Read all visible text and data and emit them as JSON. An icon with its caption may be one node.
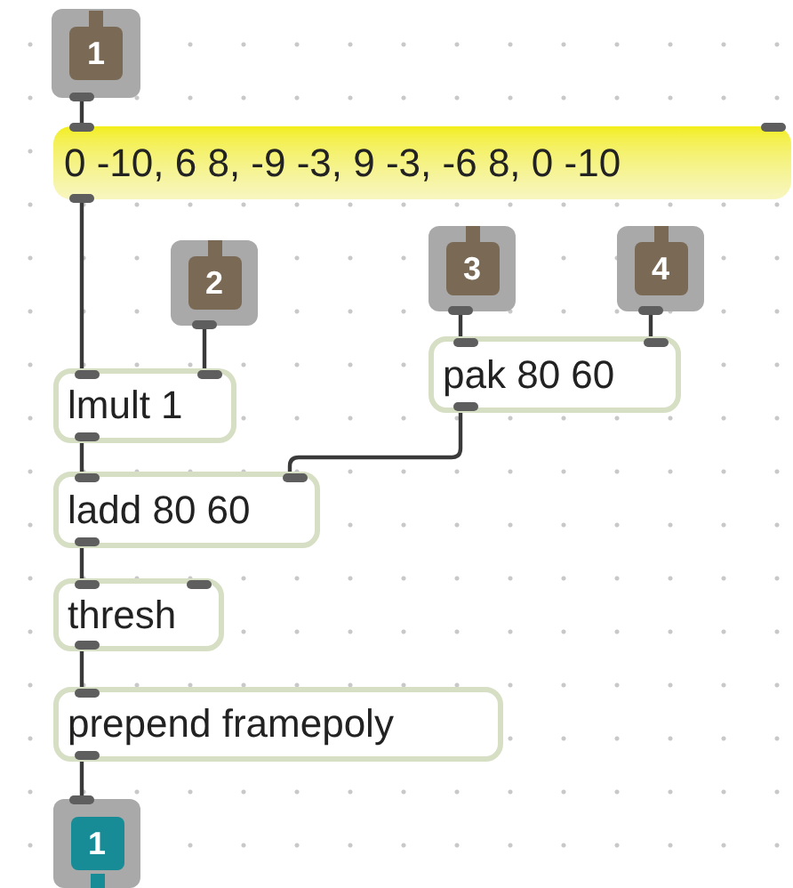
{
  "diagram": {
    "nodes": [
      {
        "text": [
          "1"
        ]
      },
      {
        "text": [
          "0 -10, 6 8, -9 -3, 9 -3, -6 8, 0 -10"
        ]
      },
      {
        "text": [
          "2"
        ]
      },
      {
        "text": [
          "3"
        ]
      },
      {
        "text": [
          "4"
        ]
      },
      {
        "text": [
          "pak 80 60"
        ]
      },
      {
        "text": [
          "lmult 1"
        ]
      },
      {
        "text": [
          "ladd 80 60"
        ]
      },
      {
        "text": [
          "thresh"
        ]
      },
      {
        "text": [
          "prepend framepoly"
        ]
      },
      {
        "text": [
          "1"
        ]
      }
    ],
    "edges": [
      {
        "from": 0,
        "to": 1,
        "arrow": "none"
      },
      {
        "from": 1,
        "to": 6,
        "arrow": "none"
      },
      {
        "from": 2,
        "to": 6,
        "arrow": "none"
      },
      {
        "from": 3,
        "to": 5,
        "arrow": "none"
      },
      {
        "from": 4,
        "to": 5,
        "arrow": "none"
      },
      {
        "from": 5,
        "to": 7,
        "arrow": "none"
      },
      {
        "from": 6,
        "to": 7,
        "arrow": "none"
      },
      {
        "from": 7,
        "to": 8,
        "arrow": "none"
      },
      {
        "from": 8,
        "to": 9,
        "arrow": "none"
      },
      {
        "from": 9,
        "to": 10,
        "arrow": "none"
      }
    ]
  }
}
